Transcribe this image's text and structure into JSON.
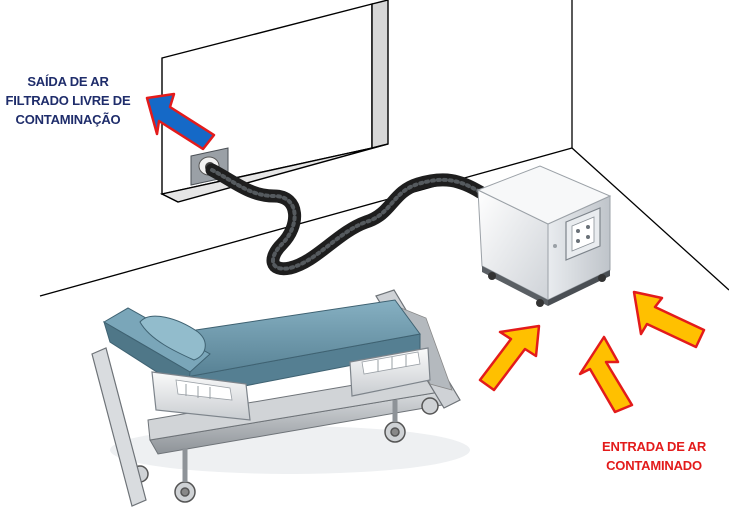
{
  "outflow_label": {
    "lines": [
      "SAÍDA DE AR",
      "FILTRADO LIVRE DE",
      "CONTAMINAÇÃO"
    ],
    "color": "#1f2d6b"
  },
  "inflow_label": {
    "lines": [
      "ENTRADA DE AR",
      "CONTAMINADO"
    ],
    "color": "#e31b1b"
  },
  "colors": {
    "outflow_arrow": "#1569c7",
    "outflow_arrow_edge": "#e31b1b",
    "inflow_arrow": "#ffc000",
    "inflow_arrow_edge": "#e31b1b",
    "mattress": "#6d9bb0",
    "hose": "#2b2b2b"
  },
  "icons": {
    "outflow": "air-outflow-arrow-icon",
    "inflow": "air-inflow-arrow-icon",
    "unit": "air-purifier-unit-icon",
    "bed": "hospital-bed-icon"
  }
}
